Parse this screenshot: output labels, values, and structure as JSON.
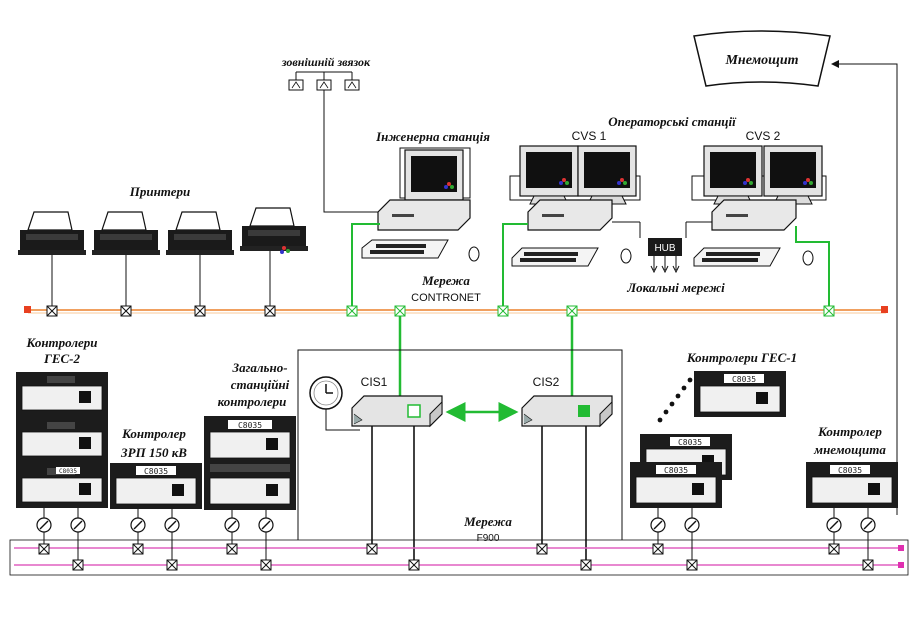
{
  "labels": {
    "zovnishniy": "зовнішній звязок",
    "mnemoshchyt": "Мнемощит",
    "operatorski": "Операторські станції",
    "cvs1": "CVS 1",
    "cvs2": "CVS 2",
    "inzhenerna": "Інженерна станція",
    "pryntery": "Принтери",
    "merezha_contronet_1": "Мережа",
    "merezha_contronet_2": "CONTRONET",
    "hub": "HUB",
    "lokalni": "Локальні мережі",
    "kontrolery_ges2_1": "Контролери",
    "kontrolery_ges2_2": "ГЕС-2",
    "zagalno_1": "Загально-",
    "zagalno_2": "станційні",
    "zagalno_3": "контролери",
    "kontrolery_ges1": "Контролери ГЕС-1",
    "kontroler_zrp_1": "Контролер",
    "kontroler_zrp_2": "ЗРП 150 кВ",
    "kontroler_mnem_1": "Контролер",
    "kontroler_mnem_2": "мнемощита",
    "cis1": "CIS1",
    "cis2": "CIS2",
    "merezha_f900_1": "Мережа",
    "merezha_f900_2": "F900",
    "c8035": "C8035"
  },
  "colors": {
    "contronet_bus": "#f0a060",
    "f900_bus": "#e060c0",
    "green_link": "#22bb33",
    "screen_bg": "#101010",
    "device_gray": "#d8d8d8"
  }
}
